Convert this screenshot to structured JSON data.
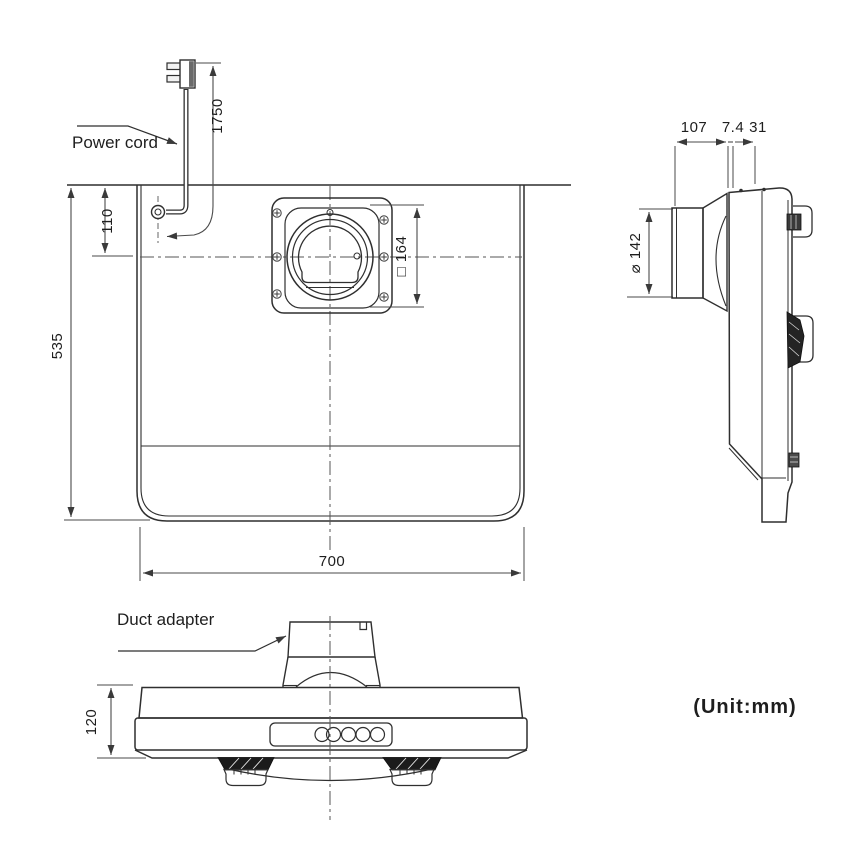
{
  "unit_note": "(Unit:mm)",
  "labels": {
    "power_cord": "Power cord",
    "duct_adapter": "Duct adapter"
  },
  "dimensions": {
    "top_view": {
      "body_width": "700",
      "body_depth": "535",
      "duct_center_offset": "110",
      "power_cord_length": "1750",
      "duct_cutout_square": "□ 164"
    },
    "side_view": {
      "duct_projection": "107",
      "flange_thickness": "7.4",
      "mount_gap": "31",
      "duct_diameter": "⌀ 142"
    },
    "front_view": {
      "body_height": "120"
    }
  }
}
